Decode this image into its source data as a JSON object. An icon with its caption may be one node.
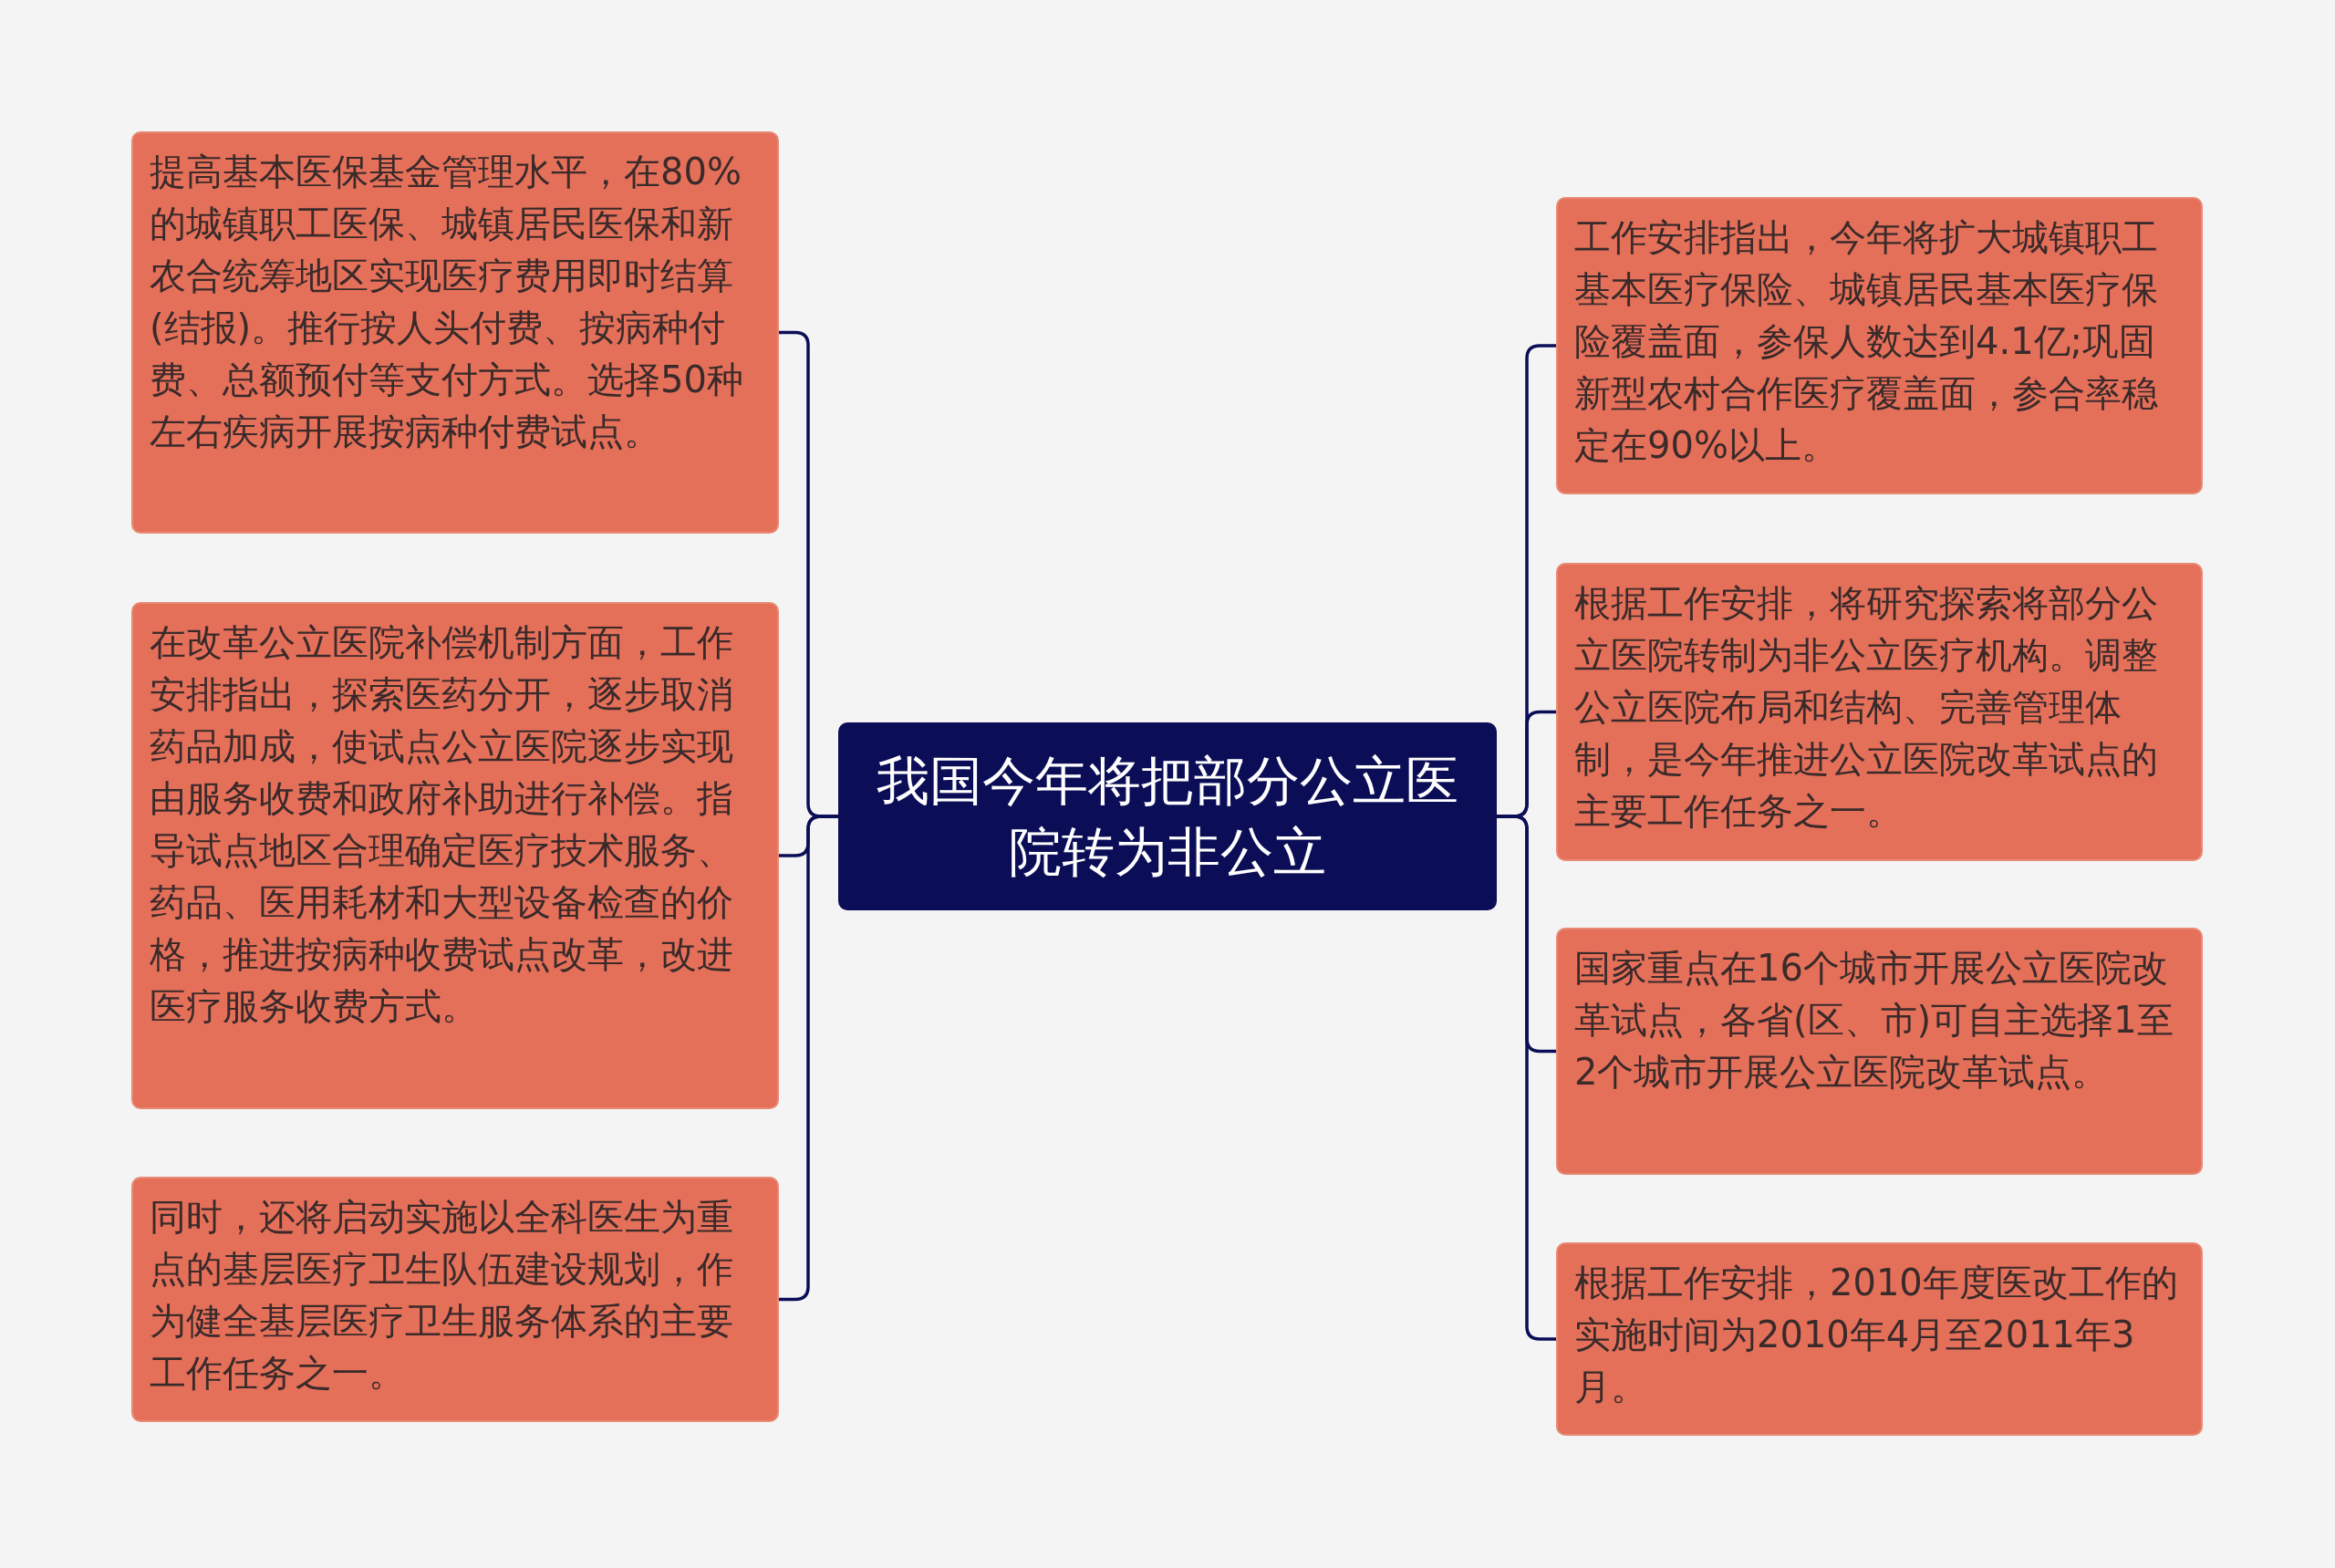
{
  "diagram": {
    "nodes": [
      {
        "text": [
          "我国今年将把部分公立医院转为非公立"
        ]
      },
      {
        "text": [
          "提高基本医保基金管理水平，在80%的城镇职工医保、城镇居民医保和新农合统筹地区实现医疗费用即时结算(结报)。推行按人头付费、按病种付费、总额预付等支付方式。选择50种左右疾病开展按病种付费试点。"
        ]
      },
      {
        "text": [
          "在改革公立医院补偿机制方面，工作安排指出，探索医药分开，逐步取消药品加成，使试点公立医院逐步实现由服务收费和政府补助进行补偿。指导试点地区合理确定医疗技术服务、药品、医用耗材和大型设备检查的价格，推进按病种收费试点改革，改进医疗服务收费方式。"
        ]
      },
      {
        "text": [
          "同时，还将启动实施以全科医生为重点的基层医疗卫生队伍建设规划，作为健全基层医疗卫生服务体系的主要工作任务之一。"
        ]
      },
      {
        "text": [
          "工作安排指出，今年将扩大城镇职工基本医疗保险、城镇居民基本医疗保险覆盖面，参保人数达到4.1亿;巩固新型农村合作医疗覆盖面，参合率稳定在90%以上。"
        ]
      },
      {
        "text": [
          "根据工作安排，将研究探索将部分公立医院转制为非公立医疗机构。调整公立医院布局和结构、完善管理体制，是今年推进公立医院改革试点的主要工作任务之一。"
        ]
      },
      {
        "text": [
          "国家重点在16个城市开展公立医院改革试点，各省(区、市)可自主选择1至2个城市开展公立医院改革试点。"
        ]
      },
      {
        "text": [
          "根据工作安排，2010年度医改工作的实施时间为2010年4月至2011年3月。"
        ]
      }
    ],
    "edges": [
      {
        "from": 0,
        "to": 1,
        "arrow": "none"
      },
      {
        "from": 0,
        "to": 2,
        "arrow": "none"
      },
      {
        "from": 0,
        "to": 3,
        "arrow": "none"
      },
      {
        "from": 0,
        "to": 4,
        "arrow": "none"
      },
      {
        "from": 0,
        "to": 5,
        "arrow": "none"
      },
      {
        "from": 0,
        "to": 6,
        "arrow": "none"
      },
      {
        "from": 0,
        "to": 7,
        "arrow": "none"
      }
    ]
  }
}
